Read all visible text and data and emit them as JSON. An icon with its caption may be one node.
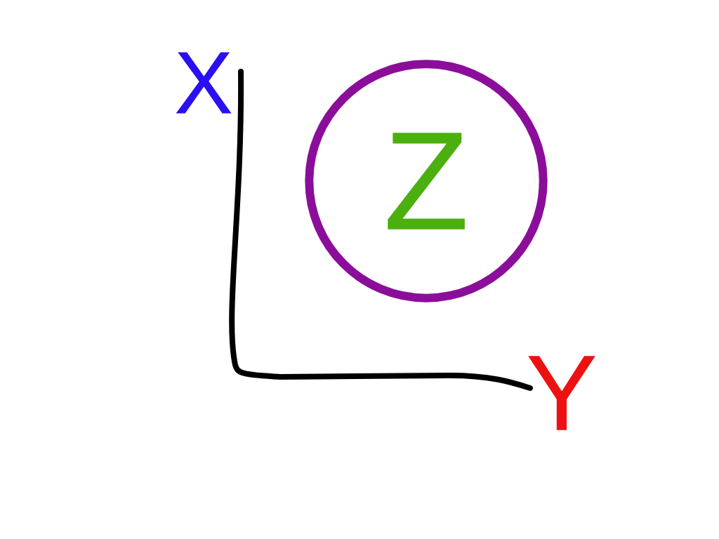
{
  "diagram": {
    "nodes": [
      {
        "text": [
          "Z"
        ]
      }
    ],
    "labels": [
      "X",
      "Y"
    ]
  }
}
